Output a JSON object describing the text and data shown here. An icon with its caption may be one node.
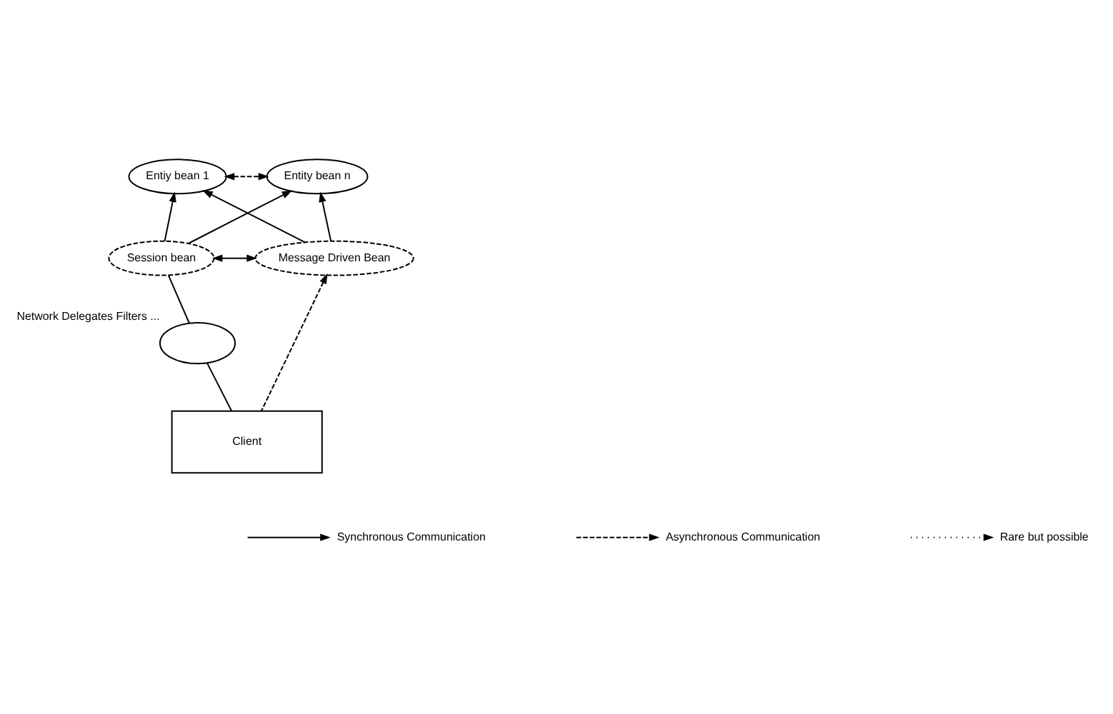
{
  "diagram": {
    "nodes": [
      {
        "text": [
          "Entiy bean 1"
        ]
      },
      {
        "text": [
          "Entity bean n"
        ]
      },
      {
        "text": [
          "Session bean"
        ]
      },
      {
        "text": [
          "Message Driven Bean"
        ]
      },
      {
        "text": [],
        "shape": "cloud",
        "beside": [
          "Network Delegates Filters ..."
        ]
      },
      {
        "text": [
          "Client"
        ]
      }
    ],
    "edges": [
      {
        "from": 0,
        "to": 1,
        "arrow": "both",
        "style": "dashed"
      },
      {
        "from": 2,
        "to": 0,
        "arrow": "to"
      },
      {
        "from": 2,
        "to": 1,
        "arrow": "to"
      },
      {
        "from": 3,
        "to": 0,
        "arrow": "to"
      },
      {
        "from": 3,
        "to": 1,
        "arrow": "to"
      },
      {
        "from": 2,
        "to": 3,
        "arrow": "both"
      },
      {
        "from": 2,
        "to": 4,
        "arrow": "none"
      },
      {
        "from": 4,
        "to": 5,
        "arrow": "none"
      },
      {
        "from": 5,
        "to": 3,
        "arrow": "to",
        "style": "dashed"
      }
    ],
    "legend": [
      {
        "text": "Synchronous Communication"
      },
      {
        "text": "Asynchronous Communication"
      },
      {
        "text": "Rare but possible"
      }
    ]
  }
}
